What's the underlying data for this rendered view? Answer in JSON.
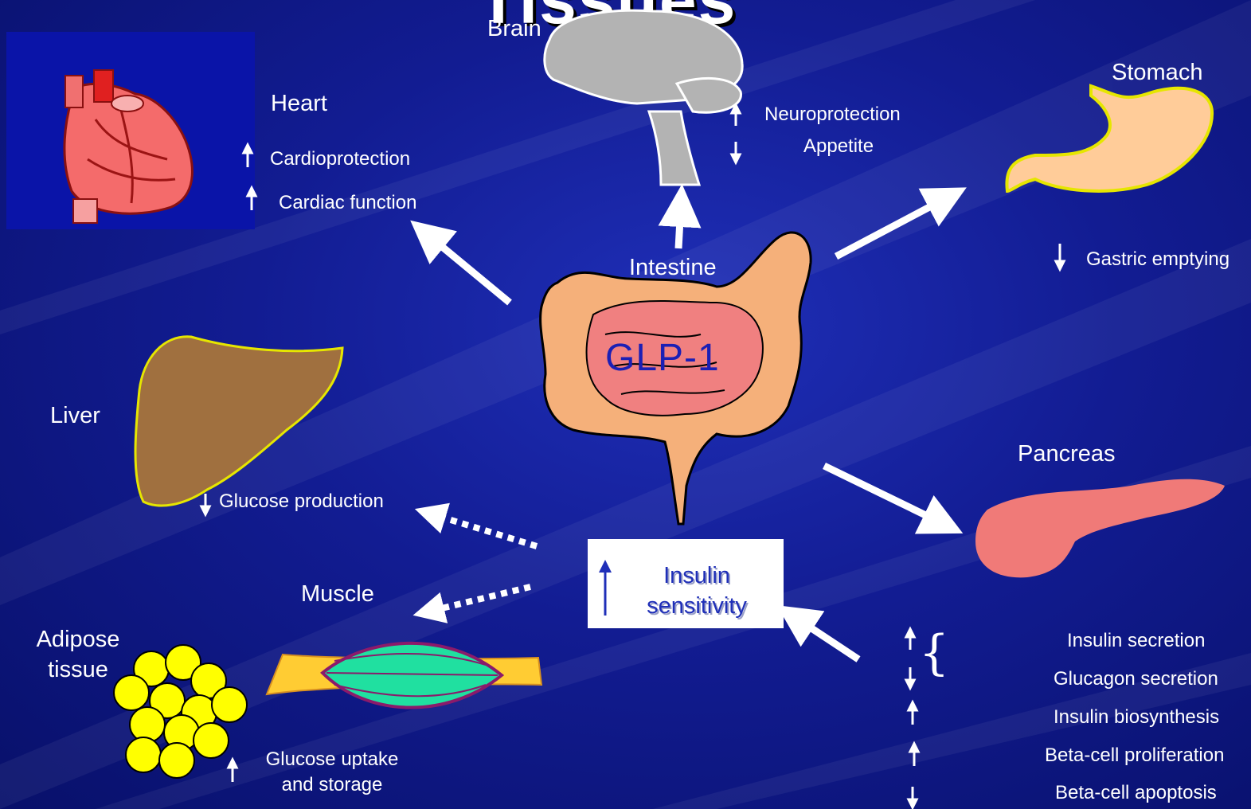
{
  "title_fragment": "Tissues",
  "organs": {
    "brain": {
      "label": "Brain",
      "effects": [
        "Neuroprotection",
        "Appetite"
      ]
    },
    "heart": {
      "label": "Heart",
      "effects": [
        "Cardioprotection",
        "Cardiac function"
      ]
    },
    "stomach": {
      "label": "Stomach",
      "effects": [
        "Gastric emptying"
      ]
    },
    "intestine": {
      "label": "Intestine",
      "hormone": "GLP-1"
    },
    "liver": {
      "label": "Liver",
      "effects": [
        "Glucose production"
      ]
    },
    "pancreas": {
      "label": "Pancreas",
      "effects": [
        "Insulin secretion",
        "Glucagon secretion",
        "Insulin biosynthesis",
        "Beta-cell proliferation",
        "Beta-cell apoptosis"
      ]
    },
    "muscle": {
      "label": "Muscle"
    },
    "adipose": {
      "label_line1": "Adipose",
      "label_line2": "tissue",
      "effect_line1": "Glucose uptake",
      "effect_line2": "and storage"
    }
  },
  "insulin_box": {
    "line1": "Insulin",
    "line2": "sensitivity"
  },
  "colors": {
    "background": "#121c92",
    "intestine": "#f5b07a",
    "inner_intestine": "#f08080",
    "brain": "#b0b0b0",
    "liver": "#a0703f",
    "adipose": "#ffff00",
    "muscle": "#20e0a0",
    "stomach": "#ffcc99",
    "pancreas": "#f07a78"
  }
}
